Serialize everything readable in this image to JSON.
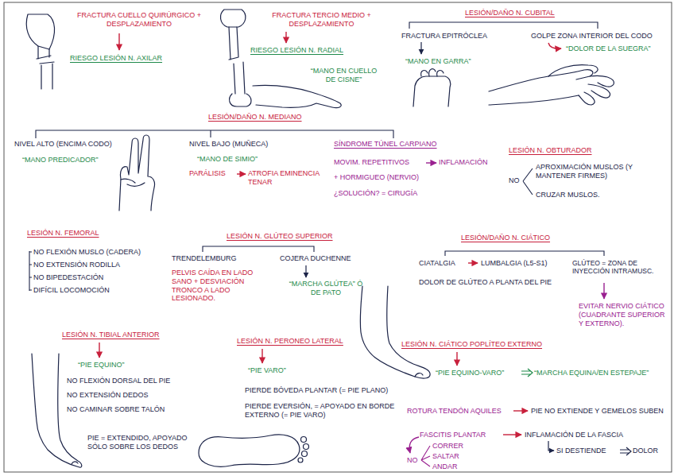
{
  "diagram": {
    "labels": [
      "FRACTURA CUELLO QUIRÚRGICO + DESPLAZAMIENTO",
      "RIESGO LESIÓN N. AXILAR",
      "FRACTURA TERCIO MEDIO + DESPLAZAMIENTO",
      "RIESGO LESIÓN N. RADIAL",
      "“MANO EN CUELLO DE CISNE”",
      "LESIÓN/DAÑO N. CUBITAL",
      "FRACTURA EPITRÓCLEA",
      "“MANO EN GARRA”",
      "GOLPE ZONA INTERIOR DEL CODO",
      "“DOLOR DE LA SUEGRA”",
      "LESIÓN/DAÑO N. MEDIANO",
      "NIVEL ALTO (ENCIMA CODO)",
      "“MANO PREDICADOR”",
      "NIVEL BAJO (MUÑECA)",
      "“MANO DE SIMIO”",
      "PARÁLISIS",
      "ATROFIA EMINENCIA TENAR",
      "SÍNDROME TÚNEL CARPIANO",
      "MOVIM. REPETITIVOS",
      "INFLAMACIÓN",
      "+ HORMIGUEO (NERVIO)",
      "¿SOLUCIÓN? = CIRUGÍA",
      "LESIÓN N. OBTURADOR",
      "NO",
      "APROXIMACIÓN MUSLOS (Y MANTENER FIRMES)",
      "CRUZAR MUSLOS.",
      "LESIÓN N. FEMORAL",
      "NO FLEXIÓN MUSLO (CADERA)",
      "NO EXTENSIÓN RODILLA",
      "NO BIPEDESTACIÓN",
      "DIFÍCIL LOCOMOCIÓN",
      "LESIÓN N. GLÚTEO SUPERIOR",
      "TRENDELEMBURG",
      "PELVIS CAÍDA EN LADO SANO + DESVIACIÓN TRONCO A LADO LESIONADO.",
      "COJERA DUCHENNE",
      "“MARCHA GLÚTEA” Ó DE PATO",
      "LESIÓN/DAÑO N. CIÁTICO",
      "CIATALGIA",
      "LUMBALGIA (L5-S1)",
      "DOLOR DE GLÚTEO A PLANTA DEL PIE",
      "GLÚTEO = ZONA DE INYECCIÓN INTRAMUSC.",
      "EVITAR NERVIO CIÁTICO (CUADRANTE SUPERIOR Y EXTERNO).",
      "LESIÓN N. TIBIAL ANTERIOR",
      "“PIE EQUINO”",
      "NO FLEXIÓN DORSAL DEL PIE",
      "NO EXTENSIÓN DEDOS",
      "NO CAMINAR SOBRE TALÓN",
      "PIE = EXTENDIDO, APOYADO SÓLO SOBRE LOS DEDOS",
      "LESIÓN N. PERONEO LATERAL",
      "“PIE VARO”",
      "PIERDE BÓVEDA PLANTAR (= PIE PLANO)",
      "PIERDE EVERSIÓN, = APOYADO EN BORDE EXTERNO (= PIE VARO)",
      "LESIÓN N. CIÁTICO POPLÍTEO EXTERNO",
      "“PIE EQUINO-VARO”",
      "“MARCHA EQUINA/EN ESTEPAJE”",
      "ROTURA TENDÓN AQUILES",
      "PIE NO EXTIENDE Y GEMELOS SUBEN",
      "FASCITIS PLANTAR",
      "INFLAMACIÓN DE LA FASCIA",
      "SI DESTIENDE",
      "DOLOR",
      "NO",
      "CORRER",
      "SALTAR",
      "ANDAR"
    ]
  }
}
